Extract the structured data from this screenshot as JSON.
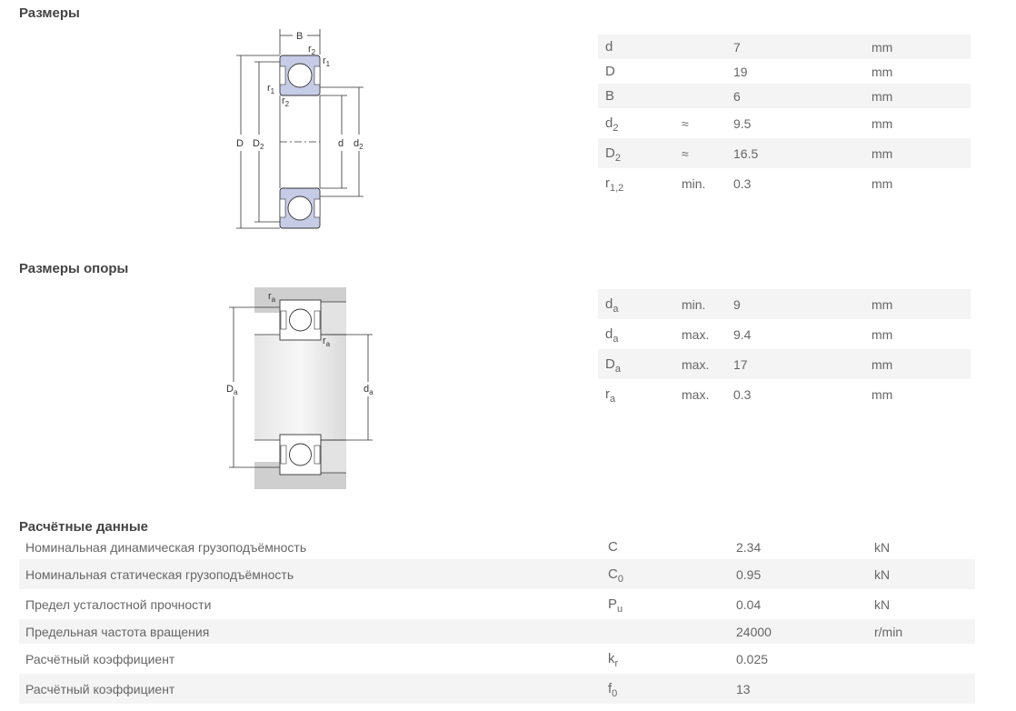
{
  "sections": {
    "dimensions": "Размеры",
    "abutment": "Размеры опоры",
    "calculation": "Расчётные данные"
  },
  "diagram1": {
    "labels": {
      "B": "B",
      "r": "r",
      "sub1": "1",
      "sub2": "2",
      "D": "D",
      "d": "d"
    }
  },
  "diagram2": {
    "labels": {
      "r": "r",
      "sub_a": "a",
      "D": "D",
      "d": "d"
    }
  },
  "dimensions": [
    {
      "sym": "d",
      "sub": "",
      "qual": "",
      "value": "7",
      "unit": "mm"
    },
    {
      "sym": "D",
      "sub": "",
      "qual": "",
      "value": "19",
      "unit": "mm"
    },
    {
      "sym": "B",
      "sub": "",
      "qual": "",
      "value": "6",
      "unit": "mm"
    },
    {
      "sym": "d",
      "sub": "2",
      "qual": "≈",
      "value": "9.5",
      "unit": "mm"
    },
    {
      "sym": "D",
      "sub": "2",
      "qual": "≈",
      "value": "16.5",
      "unit": "mm"
    },
    {
      "sym": "r",
      "sub": "1,2",
      "qual": "min.",
      "value": "0.3",
      "unit": "mm"
    }
  ],
  "abutment": [
    {
      "sym": "d",
      "sub": "a",
      "qual": "min.",
      "value": "9",
      "unit": "mm"
    },
    {
      "sym": "d",
      "sub": "a",
      "qual": "max.",
      "value": "9.4",
      "unit": "mm"
    },
    {
      "sym": "D",
      "sub": "a",
      "qual": "max.",
      "value": "17",
      "unit": "mm"
    },
    {
      "sym": "r",
      "sub": "a",
      "qual": "max.",
      "value": "0.3",
      "unit": "mm"
    }
  ],
  "calculation": [
    {
      "name": "Номинальная динамическая грузоподъёмность",
      "sym": "C",
      "sub": "",
      "value": "2.34",
      "unit": "kN"
    },
    {
      "name": "Номинальная статическая грузоподъёмность",
      "sym": "C",
      "sub": "0",
      "value": "0.95",
      "unit": "kN"
    },
    {
      "name": "Предел усталостной прочности",
      "sym": "P",
      "sub": "u",
      "value": "0.04",
      "unit": "kN"
    },
    {
      "name": "Предельная частота вращения",
      "sym": "",
      "sub": "",
      "value": "24000",
      "unit": "r/min"
    },
    {
      "name": "Расчётный коэффициент",
      "sym": "k",
      "sub": "r",
      "value": "0.025",
      "unit": ""
    },
    {
      "name": "Расчётный коэффициент",
      "sym": "f",
      "sub": "0",
      "value": "13",
      "unit": ""
    }
  ]
}
